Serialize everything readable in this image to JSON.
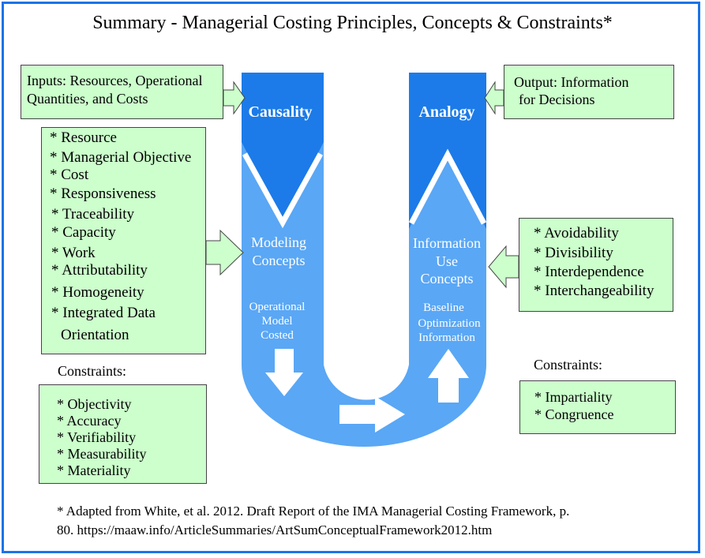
{
  "title": "Summary - Managerial Costing Principles, Concepts & Constraints*",
  "inputs": [
    "Inputs: Resources, Operational",
    "Quantities, and Costs"
  ],
  "output": [
    "Output: Information",
    "for Decisions"
  ],
  "causality": "Causality",
  "analogy": "Analogy",
  "modeling": [
    "Modeling",
    "Concepts"
  ],
  "operational": [
    "Operational",
    "Model",
    "Costed"
  ],
  "info_use": [
    "Information",
    "Use",
    "Concepts"
  ],
  "baseline": [
    "Baseline",
    "Optimization",
    "Information"
  ],
  "modeling_concepts": [
    "* Resource",
    "* Managerial Objective",
    "* Cost",
    "* Responsiveness",
    "* Traceability",
    "* Capacity",
    "* Work",
    "* Attributability",
    "* Homogeneity",
    "* Integrated Data",
    "Orientation"
  ],
  "use_concepts": [
    "* Avoidability",
    "* Divisibility",
    "* Interdependence",
    "* Interchangeability"
  ],
  "constraints_left_label": "Constraints:",
  "constraints_left": [
    "* Objectivity",
    "* Accuracy",
    "* Verifiability",
    "* Measurability",
    "* Materiality"
  ],
  "constraints_right_label": "Constraints:",
  "constraints_right": [
    "* Impartiality",
    "* Congruence"
  ],
  "footnote": [
    "* Adapted from White, et al. 2012. Draft Report of the IMA Managerial Costing Framework, p.",
    "80. https://maaw.info/ArticleSummaries/ArtSumConceptualFramework2012.htm"
  ],
  "colors": {
    "border": "#1a73e8",
    "u_light": "#5aa7f5",
    "u_dark": "#1c7be8",
    "box_fill": "#ccffcc",
    "arrow_fill": "#ccffcc"
  }
}
